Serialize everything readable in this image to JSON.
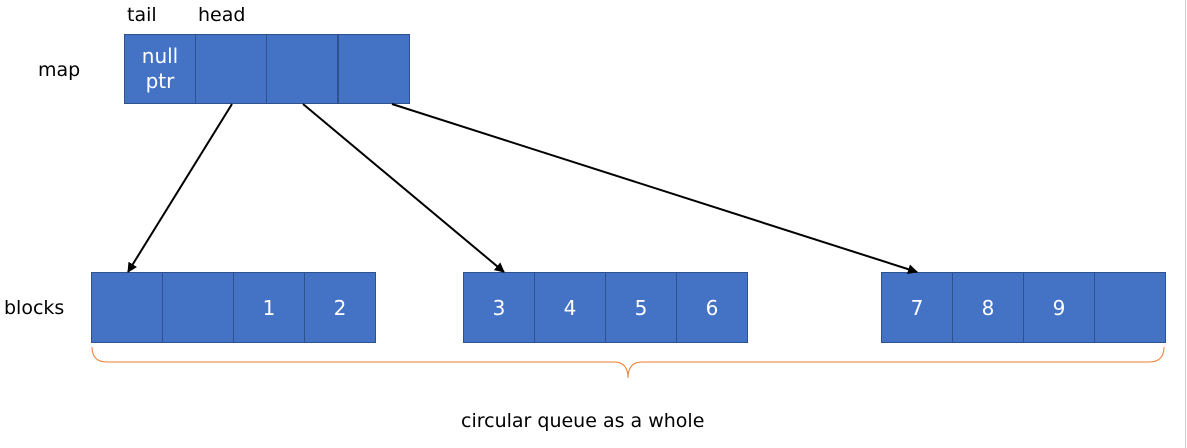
{
  "labels": {
    "tail": "tail",
    "head": "head",
    "map": "map",
    "blocks": "blocks",
    "caption": "circular queue as a whole"
  },
  "map_cells": [
    {
      "line1": "null",
      "line2": "ptr"
    },
    {
      "text": ""
    },
    {
      "text": ""
    },
    {
      "text": ""
    }
  ],
  "block_groups": [
    {
      "cells": [
        "",
        "",
        "1",
        "2"
      ]
    },
    {
      "cells": [
        "3",
        "4",
        "5",
        "6"
      ]
    },
    {
      "cells": [
        "7",
        "8",
        "9",
        ""
      ]
    }
  ],
  "colors": {
    "cell_fill": "#4472c4",
    "cell_border": "#2f528f",
    "arrow": "#000000",
    "brace": "#ed7d31"
  }
}
